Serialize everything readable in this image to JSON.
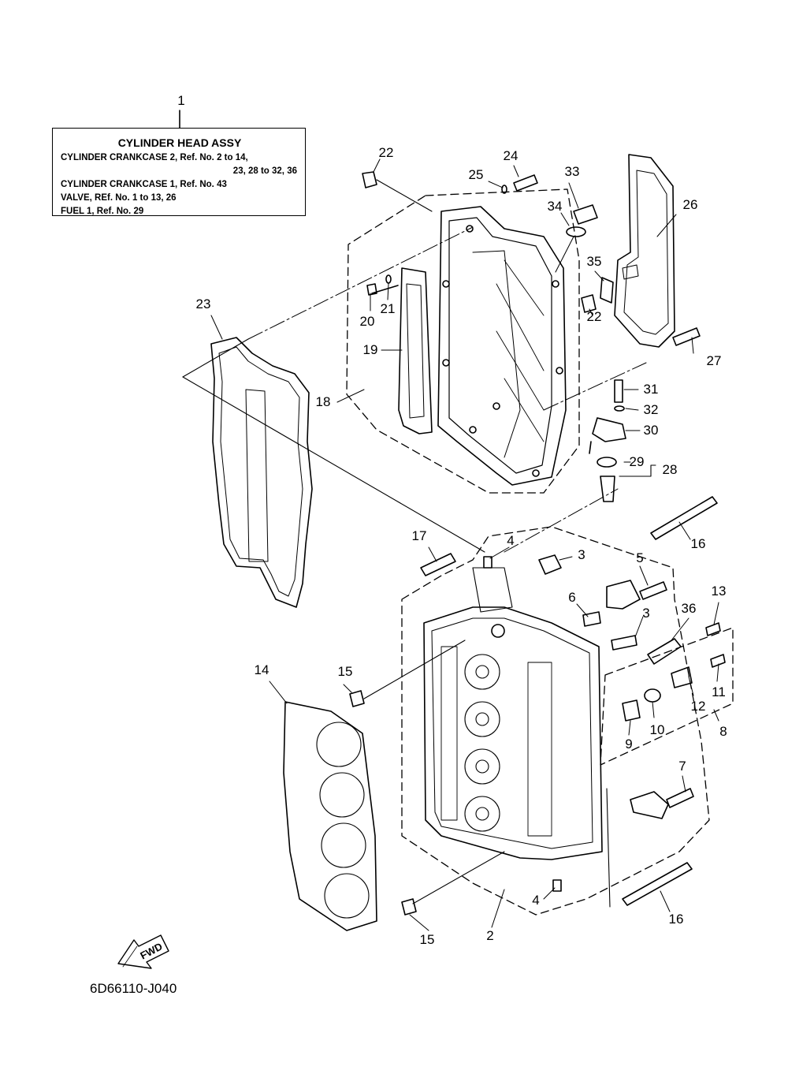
{
  "legend": {
    "title": "CYLINDER HEAD ASSY",
    "lines": [
      "CYLINDER CRANKCASE 2,  Ref. No. 2 to 14,",
      "23, 28 to 32, 36",
      "CYLINDER CRANKCASE 1,  Ref. No. 43",
      "VALVE,  REf. No. 1 to 13, 26",
      "FUEL 1,  Ref. No. 29"
    ]
  },
  "callouts": {
    "c1": "1",
    "c2": "2",
    "c3a": "3",
    "c3b": "3",
    "c4a": "4",
    "c4b": "4",
    "c5": "5",
    "c6": "6",
    "c7": "7",
    "c8": "8",
    "c9": "9",
    "c10": "10",
    "c11": "11",
    "c12": "12",
    "c13": "13",
    "c14": "14",
    "c15a": "15",
    "c15b": "15",
    "c16a": "16",
    "c16b": "16",
    "c17": "17",
    "c18": "18",
    "c19": "19",
    "c20": "20",
    "c21": "21",
    "c22a": "22",
    "c22b": "22",
    "c23": "23",
    "c24": "24",
    "c25": "25",
    "c26": "26",
    "c27": "27",
    "c28": "28",
    "c29": "29",
    "c30": "30",
    "c31": "31",
    "c32": "32",
    "c33": "33",
    "c34": "34",
    "c35": "35",
    "c36": "36"
  },
  "fwd_label": "FWD",
  "diagram_code": "6D66110-J040"
}
